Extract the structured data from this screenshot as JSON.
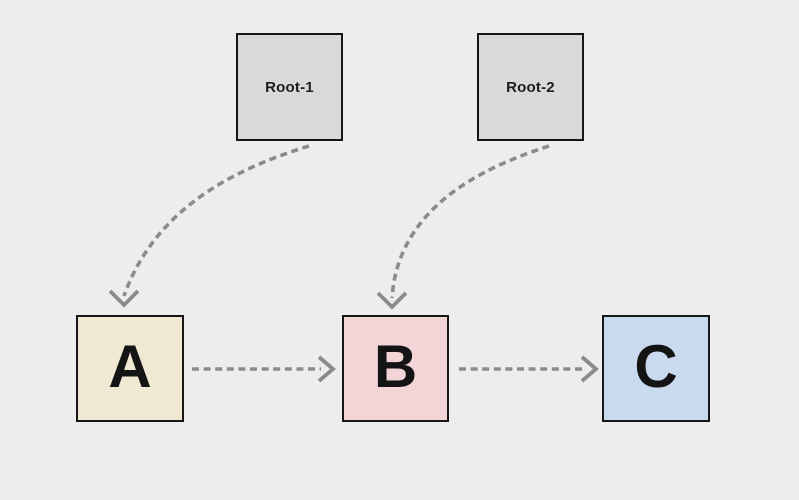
{
  "diagram": {
    "background": "#ededed",
    "colors": {
      "node_border": "#161616",
      "root_fill": "#d9d9d9",
      "node_a_fill": "#efe9d4",
      "node_b_fill": "#f3d5d8",
      "node_c_fill": "#c9d9ee",
      "arrow": "#8b8b8b",
      "label_text": "#161616"
    },
    "nodes": [
      {
        "id": "root-1",
        "label": "Root-1",
        "fill": "#d9d9d9",
        "text_color": "#1c1c1c"
      },
      {
        "id": "root-2",
        "label": "Root-2",
        "fill": "#d9d9d9",
        "text_color": "#1c1c1c"
      },
      {
        "id": "a",
        "label": "A",
        "fill": "#efe9d4",
        "text_color": "#141414"
      },
      {
        "id": "b",
        "label": "B",
        "fill": "#f3d5d8",
        "text_color": "#141414"
      },
      {
        "id": "c",
        "label": "C",
        "fill": "#c9d9ee",
        "text_color": "#141414"
      }
    ],
    "edges": [
      {
        "from": "Root-1",
        "to": "A",
        "style": "dashed-curved-arrow"
      },
      {
        "from": "Root-2",
        "to": "B",
        "style": "dashed-curved-arrow"
      },
      {
        "from": "A",
        "to": "B",
        "style": "dashed-straight-arrow"
      },
      {
        "from": "B",
        "to": "C",
        "style": "dashed-straight-arrow"
      }
    ]
  }
}
